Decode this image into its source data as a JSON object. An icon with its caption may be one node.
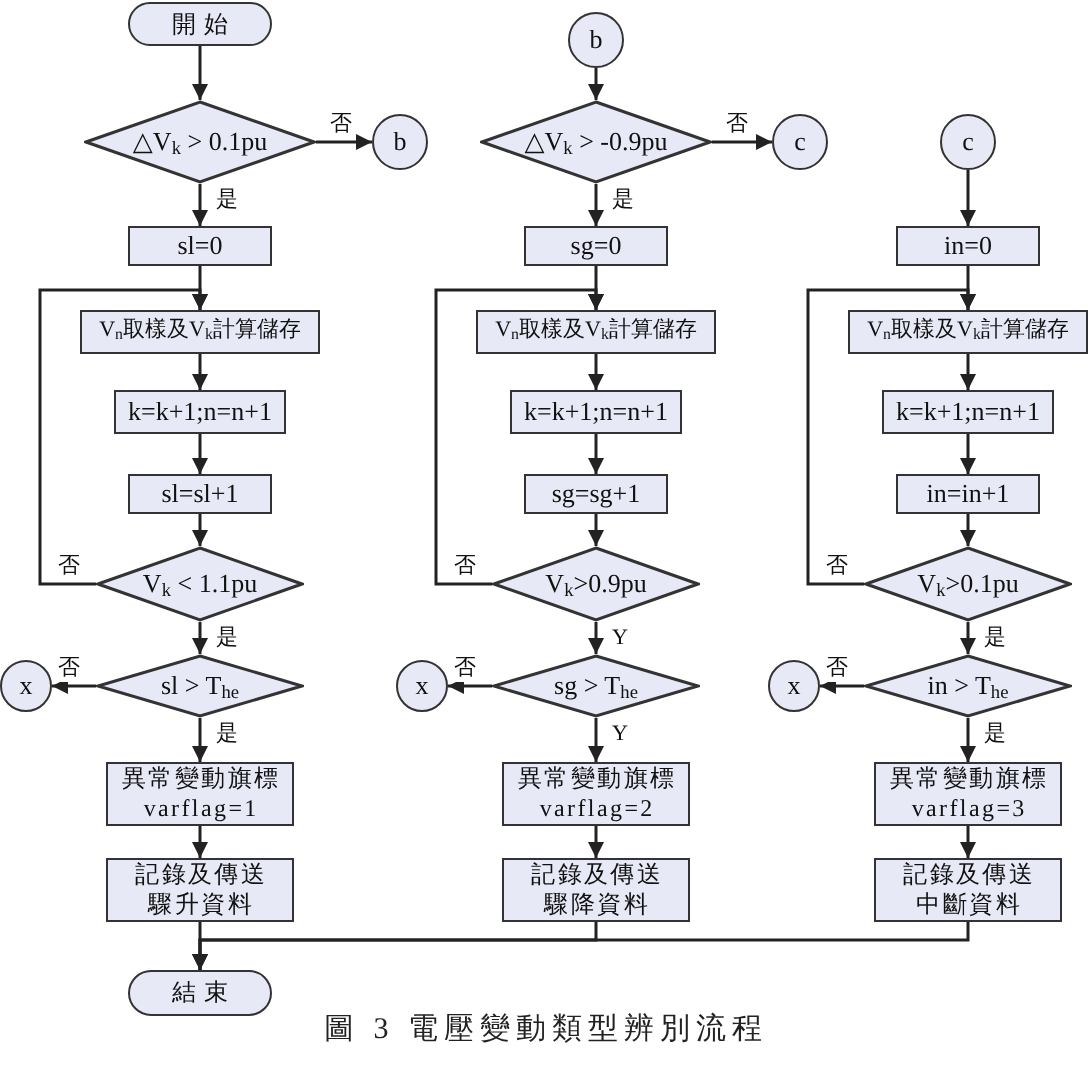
{
  "diagram": {
    "caption": "圖 3 電壓變動類型辨別流程",
    "nodes": [
      {
        "text": [
          "開始"
        ]
      },
      {
        "text": [
          "△V$_{k}$ > 0.1pu"
        ]
      },
      {
        "text": [
          "b"
        ]
      },
      {
        "text": [
          "sl=0"
        ]
      },
      {
        "text": [
          "V$_{n}$取樣及V$_{k}$計算儲存"
        ]
      },
      {
        "text": [
          "k=k+1;n=n+1"
        ]
      },
      {
        "text": [
          "sl=sl+1"
        ]
      },
      {
        "text": [
          "V$_{k}$ < 1.1pu"
        ]
      },
      {
        "text": [
          "x"
        ]
      },
      {
        "text": [
          "sl > T$_{he}$"
        ]
      },
      {
        "text": [
          "異常變動旗標 varflag=1"
        ]
      },
      {
        "text": [
          "記錄及傳送驟升資料"
        ]
      },
      {
        "text": [
          "b"
        ]
      },
      {
        "text": [
          "△V$_{k}$ > -0.9pu"
        ]
      },
      {
        "text": [
          "c"
        ]
      },
      {
        "text": [
          "sg=0"
        ]
      },
      {
        "text": [
          "V$_{n}$取樣及V$_{k}$計算儲存"
        ]
      },
      {
        "text": [
          "k=k+1;n=n+1"
        ]
      },
      {
        "text": [
          "sg=sg+1"
        ]
      },
      {
        "text": [
          "V$_{k}$>0.9pu"
        ]
      },
      {
        "text": [
          "x"
        ]
      },
      {
        "text": [
          "sg > T$_{he}$"
        ]
      },
      {
        "text": [
          "異常變動旗標 varflag=2"
        ]
      },
      {
        "text": [
          "記錄及傳送驟降資料"
        ]
      },
      {
        "text": [
          "c"
        ]
      },
      {
        "text": [
          "in=0"
        ]
      },
      {
        "text": [
          "V$_{n}$取樣及V$_{k}$計算儲存"
        ]
      },
      {
        "text": [
          "k=k+1;n=n+1"
        ]
      },
      {
        "text": [
          "in=in+1"
        ]
      },
      {
        "text": [
          "V$_{k}$>0.1pu"
        ]
      },
      {
        "text": [
          "x"
        ]
      },
      {
        "text": [
          "in > T$_{he}$"
        ]
      },
      {
        "text": [
          "異常變動旗標 varflag=3"
        ]
      },
      {
        "text": [
          "記錄及傳送中斷資料"
        ]
      },
      {
        "text": [
          "結束"
        ]
      }
    ],
    "edges": [
      {
        "from": 0,
        "to": 1,
        "arrow": "to"
      },
      {
        "from": 1,
        "to": 2,
        "arrow": "to",
        "label": "否"
      },
      {
        "from": 1,
        "to": 3,
        "arrow": "to",
        "label": "是"
      },
      {
        "from": 3,
        "to": 4,
        "arrow": "to"
      },
      {
        "from": 4,
        "to": 5,
        "arrow": "to"
      },
      {
        "from": 5,
        "to": 6,
        "arrow": "to"
      },
      {
        "from": 6,
        "to": 7,
        "arrow": "to"
      },
      {
        "from": 7,
        "to": 4,
        "arrow": "to",
        "label": "否"
      },
      {
        "from": 7,
        "to": 9,
        "arrow": "to",
        "label": "是"
      },
      {
        "from": 9,
        "to": 8,
        "arrow": "to",
        "label": "否"
      },
      {
        "from": 9,
        "to": 10,
        "arrow": "to",
        "label": "是"
      },
      {
        "from": 10,
        "to": 11,
        "arrow": "to"
      },
      {
        "from": 11,
        "to": 34,
        "arrow": "to"
      },
      {
        "from": 12,
        "to": 13,
        "arrow": "to"
      },
      {
        "from": 13,
        "to": 14,
        "arrow": "to",
        "label": "否"
      },
      {
        "from": 13,
        "to": 15,
        "arrow": "to",
        "label": "是"
      },
      {
        "from": 15,
        "to": 16,
        "arrow": "to"
      },
      {
        "from": 16,
        "to": 17,
        "arrow": "to"
      },
      {
        "from": 17,
        "to": 18,
        "arrow": "to"
      },
      {
        "from": 18,
        "to": 19,
        "arrow": "to"
      },
      {
        "from": 19,
        "to": 16,
        "arrow": "to",
        "label": "否"
      },
      {
        "from": 19,
        "to": 21,
        "arrow": "to",
        "label": "Y"
      },
      {
        "from": 21,
        "to": 20,
        "arrow": "to",
        "label": "否"
      },
      {
        "from": 21,
        "to": 22,
        "arrow": "to",
        "label": "Y"
      },
      {
        "from": 22,
        "to": 23,
        "arrow": "to"
      },
      {
        "from": 23,
        "to": 34,
        "arrow": "to"
      },
      {
        "from": 24,
        "to": 25,
        "arrow": "to"
      },
      {
        "from": 25,
        "to": 26,
        "arrow": "to"
      },
      {
        "from": 26,
        "to": 27,
        "arrow": "to"
      },
      {
        "from": 27,
        "to": 28,
        "arrow": "to"
      },
      {
        "from": 28,
        "to": 29,
        "arrow": "to"
      },
      {
        "from": 29,
        "to": 26,
        "arrow": "to",
        "label": "否"
      },
      {
        "from": 29,
        "to": 31,
        "arrow": "to",
        "label": "是"
      },
      {
        "from": 31,
        "to": 30,
        "arrow": "to",
        "label": "否"
      },
      {
        "from": 31,
        "to": 32,
        "arrow": "to",
        "label": "是"
      },
      {
        "from": 32,
        "to": 33,
        "arrow": "to"
      },
      {
        "from": 33,
        "to": 34,
        "arrow": "to"
      }
    ]
  }
}
